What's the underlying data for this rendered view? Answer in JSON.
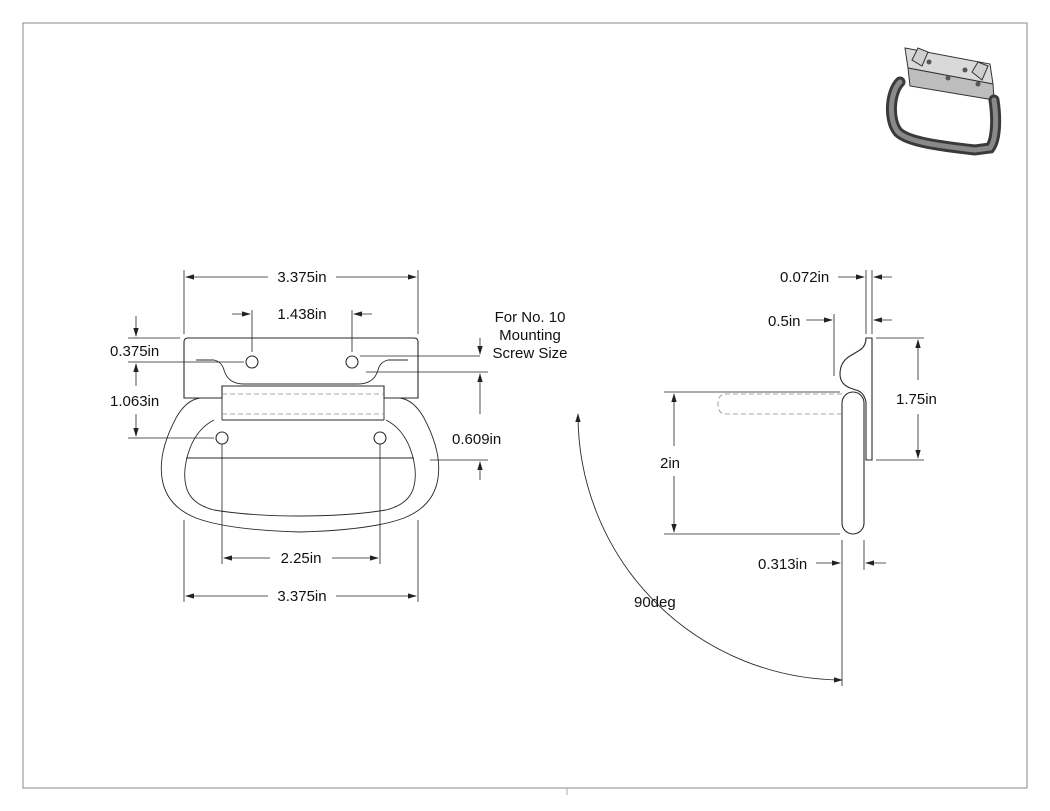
{
  "front_view": {
    "overall_width_top": "3.375in",
    "hole_spacing_top": "1.438in",
    "hole_offset": "0.375in",
    "hole_vertical_spacing": "1.063in",
    "bail_drop": "0.609in",
    "hole_spacing_bottom": "2.25in",
    "overall_width_bottom": "3.375in",
    "screw_note": [
      "For No. 10",
      "Mounting",
      "Screw Size"
    ]
  },
  "side_view": {
    "material_thickness": "0.072in",
    "offset": "0.5in",
    "plate_height": "1.75in",
    "bail_length": "2in",
    "bail_thickness": "0.313in",
    "swing_angle": "90deg"
  },
  "thumbnail": {
    "description_icon": "isometric-handle-icon"
  }
}
